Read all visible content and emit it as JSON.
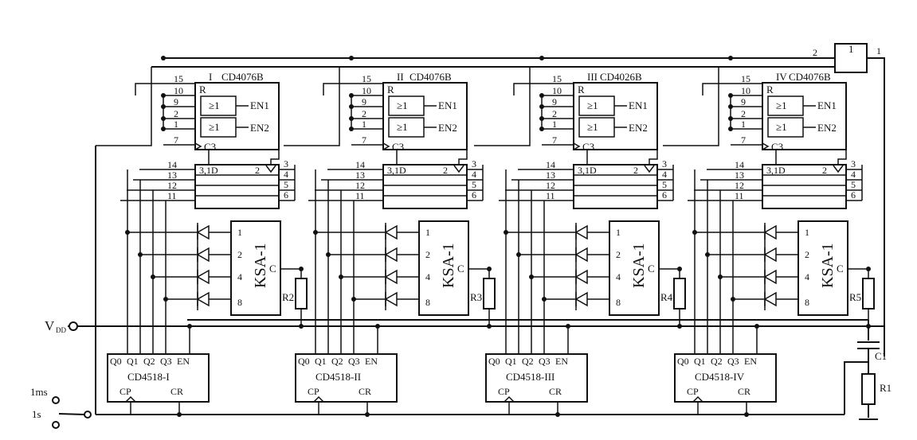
{
  "diagram": {
    "stages": [
      {
        "roman": "I",
        "decoder": "CD4076B",
        "counter": "CD4518-I",
        "resistor": "R2"
      },
      {
        "roman": "II",
        "decoder": "CD4076B",
        "counter": "CD4518-II",
        "resistor": "R3"
      },
      {
        "roman": "III",
        "decoder": "CD4026B",
        "counter": "CD4518-III",
        "resistor": "R4"
      },
      {
        "roman": "IV",
        "decoder": "CD4076B",
        "counter": "CD4518-IV",
        "resistor": "R5"
      }
    ],
    "latch": {
      "pins_left": [
        "15",
        "10",
        "9",
        "2",
        "1",
        "7"
      ],
      "pin_r": "R",
      "gate1": "≥1",
      "gate2": "≥1",
      "en1": "EN1",
      "en2": "EN2",
      "clk": "C3",
      "pins_bottom": [
        "14",
        "13",
        "12",
        "11"
      ],
      "pins_right": [
        "3",
        "4",
        "5",
        "6"
      ],
      "d_label": "3,1D",
      "out_label": "2"
    },
    "ksa": {
      "name": "KSA-1",
      "pins": [
        "1",
        "2",
        "4",
        "8"
      ],
      "out": "C"
    },
    "counter": {
      "outputs": [
        "Q0",
        "Q1",
        "Q2",
        "Q3"
      ],
      "en": "EN",
      "cp": "CP",
      "cr": "CR"
    },
    "nor_gate": {
      "symbol": "1",
      "in_pin": "2",
      "out_pin": "1"
    },
    "vdd": "V",
    "vdd_sub": "DD",
    "in_1ms": "1ms",
    "in_1s": "1s",
    "c1": "C1",
    "r1": "R1"
  }
}
